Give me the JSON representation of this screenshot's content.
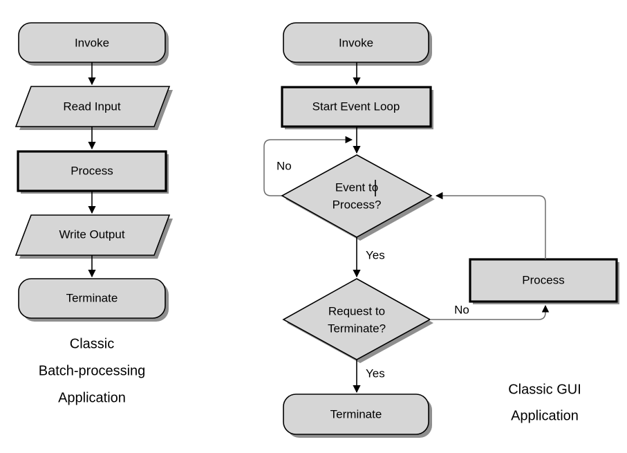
{
  "diagram": {
    "title": "Classic Batch-processing vs Classic GUI Application Flowcharts",
    "background_color": "#ffffff",
    "shape_fill_color": "#d6d6d6",
    "shape_stroke_color": "#000000",
    "text_color": "#000000"
  },
  "left_flow": {
    "caption": {
      "line1": "Classic",
      "line2": "Batch-processing",
      "line3": "Application"
    },
    "nodes": [
      {
        "id": "l-invoke",
        "label": "Invoke",
        "shape": "rounded-rectangle"
      },
      {
        "id": "l-read",
        "label": "Read Input",
        "shape": "parallelogram"
      },
      {
        "id": "l-process",
        "label": "Process",
        "shape": "rectangle"
      },
      {
        "id": "l-write",
        "label": "Write Output",
        "shape": "parallelogram"
      },
      {
        "id": "l-terminate",
        "label": "Terminate",
        "shape": "rounded-rectangle"
      }
    ],
    "edges": [
      {
        "from": "l-invoke",
        "to": "l-read",
        "label": ""
      },
      {
        "from": "l-read",
        "to": "l-process",
        "label": ""
      },
      {
        "from": "l-process",
        "to": "l-write",
        "label": ""
      },
      {
        "from": "l-write",
        "to": "l-terminate",
        "label": ""
      }
    ]
  },
  "right_flow": {
    "caption": {
      "line1": "Classic GUI",
      "line2": "Application"
    },
    "nodes": [
      {
        "id": "r-invoke",
        "label": "Invoke",
        "shape": "rounded-rectangle"
      },
      {
        "id": "r-loop",
        "label": "Start Event Loop",
        "shape": "rectangle"
      },
      {
        "id": "r-event",
        "label_line1": "Event to",
        "label_line2": "Process?",
        "shape": "diamond"
      },
      {
        "id": "r-request",
        "label_line1": "Request to",
        "label_line2": "Terminate?",
        "shape": "diamond"
      },
      {
        "id": "r-process",
        "label": "Process",
        "shape": "rectangle"
      },
      {
        "id": "r-terminate",
        "label": "Terminate",
        "shape": "rounded-rectangle"
      }
    ],
    "edges": [
      {
        "from": "r-invoke",
        "to": "r-loop",
        "label": ""
      },
      {
        "from": "r-loop",
        "to": "r-event",
        "label": ""
      },
      {
        "from": "r-event",
        "to": "r-event",
        "label": "No"
      },
      {
        "from": "r-event",
        "to": "r-request",
        "label": "Yes"
      },
      {
        "from": "r-request",
        "to": "r-process",
        "label": "No"
      },
      {
        "from": "r-request",
        "to": "r-terminate",
        "label": "Yes"
      },
      {
        "from": "r-process",
        "to": "r-event",
        "label": ""
      }
    ],
    "edge_labels": {
      "event_no": "No",
      "event_yes": "Yes",
      "request_no": "No",
      "request_yes": "Yes"
    }
  }
}
